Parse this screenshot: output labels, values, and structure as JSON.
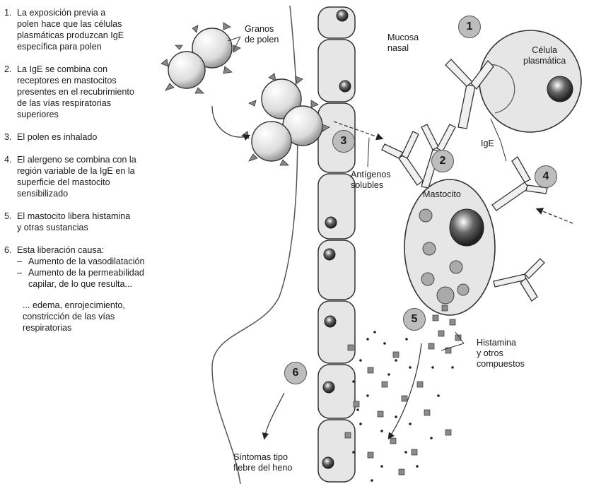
{
  "steps": [
    {
      "num": "1.",
      "text": "La exposición previa a\npolen hace que las células\nplasmáticas produzcan IgE\nespecífica para polen"
    },
    {
      "num": "2.",
      "text": "La IgE se combina con\nreceptores en mastocitos\npresentes en el recubrimiento\nde las vías respiratorias\nsuperiores"
    },
    {
      "num": "3.",
      "text": "El polen es inhalado"
    },
    {
      "num": "4.",
      "text": "El alergeno se combina con la\nregión variable de la IgE en la\nsuperficie del mastocito\nsensibilizado"
    },
    {
      "num": "5.",
      "text": "El mastocito libera histamina\ny otras sustancias"
    },
    {
      "num": "6.",
      "text": "Esta liberación causa:"
    }
  ],
  "step6_effects": [
    "Aumento de la vasodilatación",
    "Aumento de la permeabilidad\ncapilar, de lo que resulta..."
  ],
  "step6_result": "... edema, enrojecimiento,\nconstricción de las vías\nrespiratorias",
  "labels": {
    "pollen": "Granos\nde polen",
    "mucosa": "Mucosa\nnasal",
    "plasma_cell": "Célula\nplasmática",
    "ige": "IgE",
    "antigens": "Antígenos\nsolubles",
    "mast_cell": "Mastocito",
    "histamine": "Histamina\ny otros\ncompuestos",
    "symptoms": "Síntomas tipo\nfiebre del heno"
  },
  "badges": [
    "1",
    "2",
    "3",
    "4",
    "5",
    "6"
  ],
  "colors": {
    "ink": "#1a1a1a",
    "cell_fill": "#e6e6e6",
    "badge_fill": "#bdbdbd"
  }
}
